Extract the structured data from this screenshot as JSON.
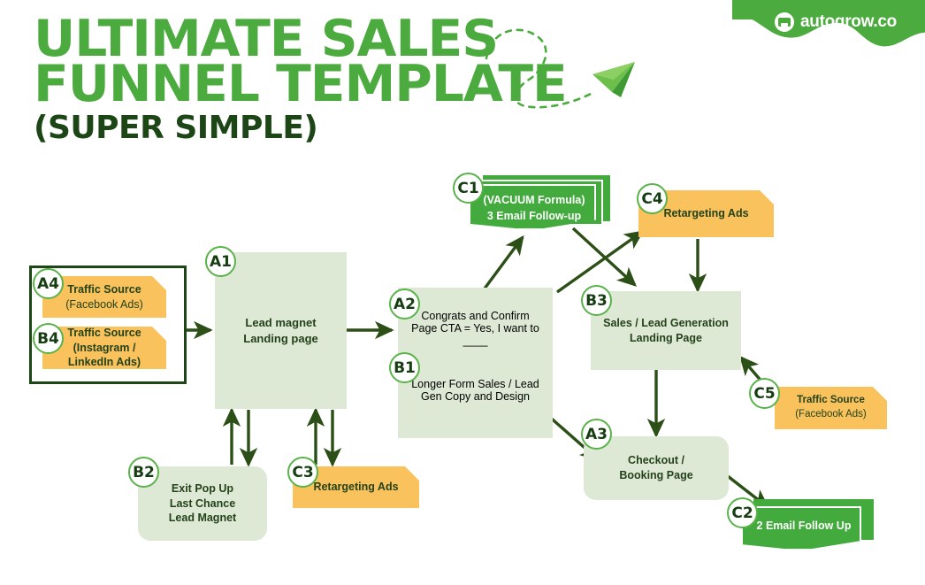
{
  "brand": {
    "logo_text": "autogrow.co",
    "logo_icon": "robot-face-icon",
    "green": "#4cab3e",
    "dark_green": "#1d4616",
    "orange": "#fac25c",
    "light_green": "#dee9d5"
  },
  "title": {
    "line1": "ULTIMATE SALES",
    "line2": "FUNNEL TEMPLATE",
    "line3": "(SUPER SIMPLE)"
  },
  "decor": {
    "paper_plane": "paper-plane-icon",
    "dashed_trail": "dashed-loop-trail"
  },
  "nodes": {
    "a4": {
      "id": "A4",
      "label": "Traffic Source\n(Facebook Ads)",
      "line1": "Traffic Source",
      "line2": "(Facebook Ads)",
      "type": "orange-notched"
    },
    "b4": {
      "id": "B4",
      "label": "Traffic Source (Instagram / LinkedIn Ads)",
      "line1": "Traffic Source",
      "line2": "(Instagram /",
      "line3": "LinkedIn Ads)",
      "type": "orange-notched"
    },
    "a1": {
      "id": "A1",
      "line1": "Lead magnet",
      "line2": "Landing page",
      "type": "green-box"
    },
    "a2": {
      "id": "A2",
      "line1": "Congrats and Confirm",
      "line2": "Page CTA = Yes, I want to",
      "line3": "____",
      "type": "green-box"
    },
    "b1": {
      "id": "B1",
      "line1": "Longer Form Sales / Lead",
      "line2": "Gen Copy and Design",
      "type": "green-box"
    },
    "c1": {
      "id": "C1",
      "line1": "(VACUUM Formula)",
      "line2": "3 Email Follow-up",
      "type": "green-mail-stack"
    },
    "c4": {
      "id": "C4",
      "line1": "Retargeting Ads",
      "type": "orange-notched"
    },
    "b3": {
      "id": "B3",
      "line1": "Sales / Lead Generation",
      "line2": "Landing Page",
      "type": "green-box"
    },
    "c5": {
      "id": "C5",
      "line1": "Traffic Source",
      "line2": "(Facebook Ads)",
      "type": "orange-notched"
    },
    "a3": {
      "id": "A3",
      "line1": "Checkout /",
      "line2": "Booking Page",
      "type": "green-rounded"
    },
    "c2": {
      "id": "C2",
      "line1": "2 Email Follow Up",
      "type": "green-mail-stack"
    },
    "b2": {
      "id": "B2",
      "line1": "Exit Pop Up",
      "line2": "Last Chance",
      "line3": "Lead Magnet",
      "type": "green-rounded"
    },
    "c3": {
      "id": "C3",
      "line1": "Retargeting Ads",
      "type": "orange-notched"
    }
  }
}
